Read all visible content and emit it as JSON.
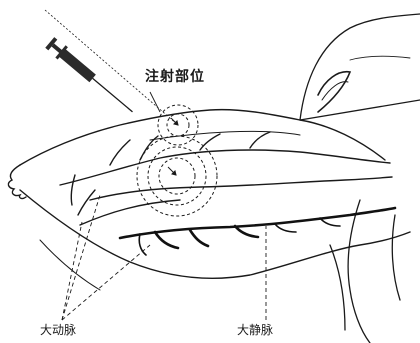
{
  "figure": {
    "labels": {
      "injection_site": "注射部位",
      "artery": "大动脉",
      "vein": "大静脉"
    },
    "colors": {
      "ink": "#1a1a1a",
      "syringe": "#2b2b2b",
      "background": "#ffffff"
    }
  }
}
